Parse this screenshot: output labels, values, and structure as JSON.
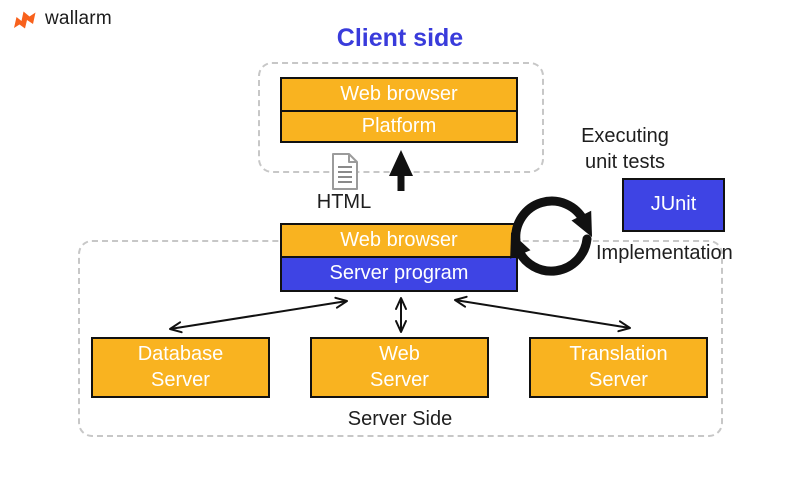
{
  "colors": {
    "box_orange": "#F9B320",
    "box_blue": "#3E44E4",
    "title_blue": "#393BDB",
    "logo_orange": "#F8611C",
    "dash_gray": "#C7C7C7",
    "text_dark": "#1E1E1E",
    "box_text": "#FFFFFF",
    "arrow_black": "#111111"
  },
  "logo": {
    "text": "wallarm"
  },
  "client": {
    "title": "Client side",
    "boxes": [
      {
        "label": "Web browser"
      },
      {
        "label": "Platform"
      }
    ]
  },
  "flow": {
    "html_label": "HTML",
    "executing": {
      "lines": [
        "Executing",
        "unit tests"
      ]
    },
    "implementation": "Implementation",
    "junit_label": "JUnit"
  },
  "middle": {
    "boxes": [
      {
        "label": "Web browser"
      },
      {
        "label": "Server program"
      }
    ]
  },
  "server": {
    "side_label": "Server Side",
    "boxes": [
      {
        "lines": [
          "Database",
          "Server"
        ]
      },
      {
        "lines": [
          "Web",
          "Server"
        ]
      },
      {
        "lines": [
          "Translation",
          "Server"
        ]
      }
    ]
  }
}
